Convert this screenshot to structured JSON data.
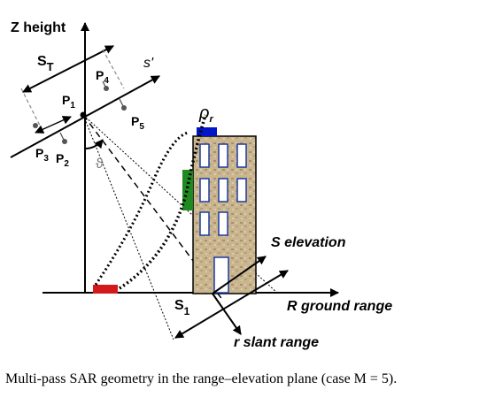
{
  "labels": {
    "z_axis": "Z height",
    "r_ground": "R ground range",
    "r_slant": "r slant range",
    "s_elev": "S elevation",
    "s_perp": "s'",
    "s_t": "S",
    "s_t_sub": "T",
    "s1": "S",
    "s1_sub": "1",
    "theta": "ϑ",
    "rho": "ρ",
    "rho_sub": "r"
  },
  "passes": [
    {
      "name": "P",
      "sub": "1"
    },
    {
      "name": "P",
      "sub": "2"
    },
    {
      "name": "P",
      "sub": "3"
    },
    {
      "name": "P",
      "sub": "4"
    },
    {
      "name": "P",
      "sub": "5"
    }
  ],
  "caption": "Multi-pass SAR geometry in the range–elevation plane (case M = 5).",
  "colors": {
    "building": "#c9b690",
    "blue_scatter": "#0014c8",
    "green_scatter": "#1f8a1f",
    "red_scatter": "#d21a1a"
  }
}
